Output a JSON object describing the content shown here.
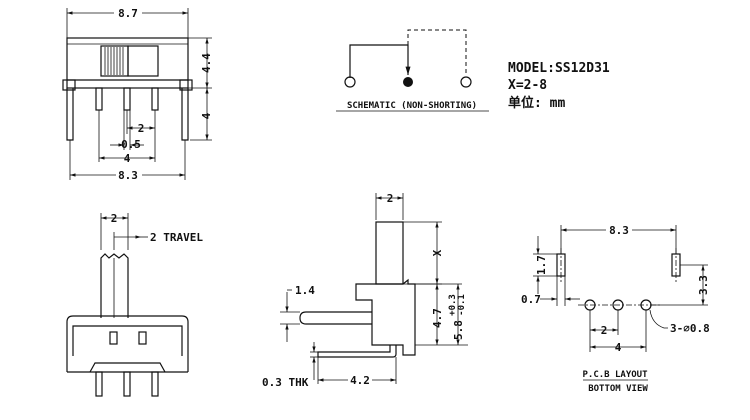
{
  "model_info": {
    "model": "MODEL:SS12D31",
    "x_range": "X=2-8",
    "unit": "单位: mm"
  },
  "schematic": {
    "caption": "SCHEMATIC (NON-SHORTING)"
  },
  "front_view": {
    "width": "8.7",
    "body_height": "4.4",
    "pin_length": "4",
    "pitch": "2",
    "pin_width": "0.5",
    "pin_span": "4",
    "base_width": "8.3"
  },
  "travel_view": {
    "actuator_width": "2",
    "travel": "2 TRAVEL"
  },
  "side_view": {
    "actuator_width": "2",
    "actuator_height": "X",
    "body_height": "4.7",
    "total_height": "5.8",
    "tol_plus": "+0.3",
    "tol_minus": "-0.1",
    "tab_length": "1.4",
    "thickness": "0.3 THK",
    "foot_length": "4.2"
  },
  "pcb_layout": {
    "tab_span": "8.3",
    "slot_length": "1.7",
    "slot_width": "0.7",
    "row_offset": "3.3",
    "pitch": "2",
    "pin_span": "4",
    "hole": "3-⌀0.8",
    "caption_1": "P.C.B LAYOUT",
    "caption_2": "BOTTOM VIEW"
  }
}
